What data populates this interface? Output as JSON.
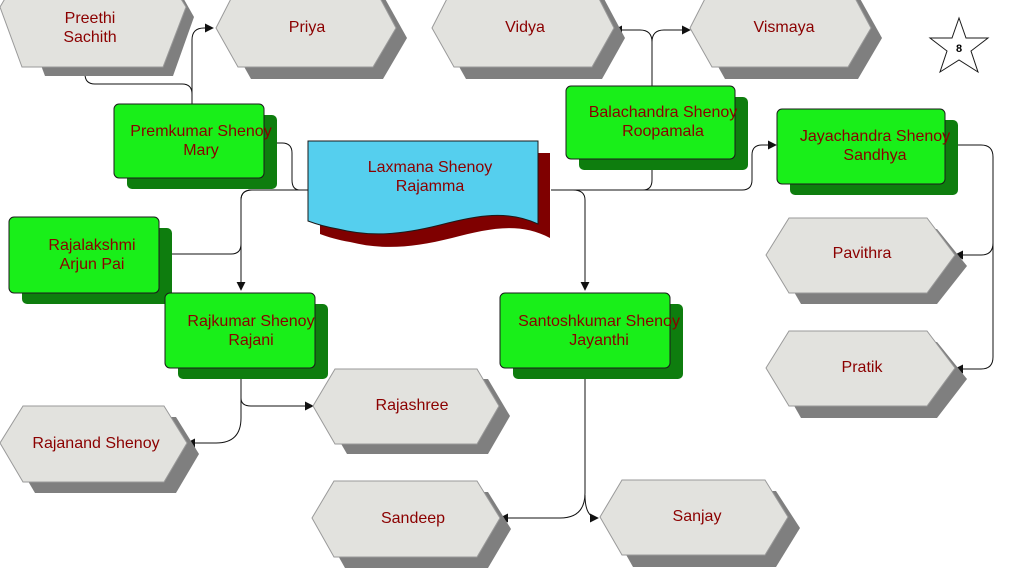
{
  "root": {
    "line1": "Laxmana Shenoy",
    "line2": "Rajamma"
  },
  "couples": {
    "premkumar": {
      "line1": "Premkumar Shenoy",
      "line2": "Mary"
    },
    "balachandra": {
      "line1": "Balachandra Shenoy",
      "line2": "Roopamala"
    },
    "jayachandra": {
      "line1": "Jayachandra Shenoy",
      "line2": "Sandhya"
    },
    "rajalakshmi": {
      "line1": "Rajalakshmi",
      "line2": "Arjun Pai"
    },
    "rajkumar": {
      "line1": "Rajkumar Shenoy",
      "line2": "Rajani"
    },
    "santoshkumar": {
      "line1": "Santoshkumar Shenoy",
      "line2": "Jayanthi"
    }
  },
  "children": {
    "preethi": {
      "line1": "Preethi",
      "line2": "Sachith"
    },
    "priya": "Priya",
    "vidya": "Vidya",
    "vismaya": "Vismaya",
    "pavithra": "Pavithra",
    "pratik": "Pratik",
    "rajashree": "Rajashree",
    "rajanand": "Rajanand Shenoy",
    "sandeep": "Sandeep",
    "sanjay": "Sanjay"
  },
  "page_number": "8",
  "colors": {
    "hex_fill": "#e2e2de",
    "box_fill": "#19ef19",
    "doc_fill": "#55cfee",
    "text": "#8b0000"
  }
}
